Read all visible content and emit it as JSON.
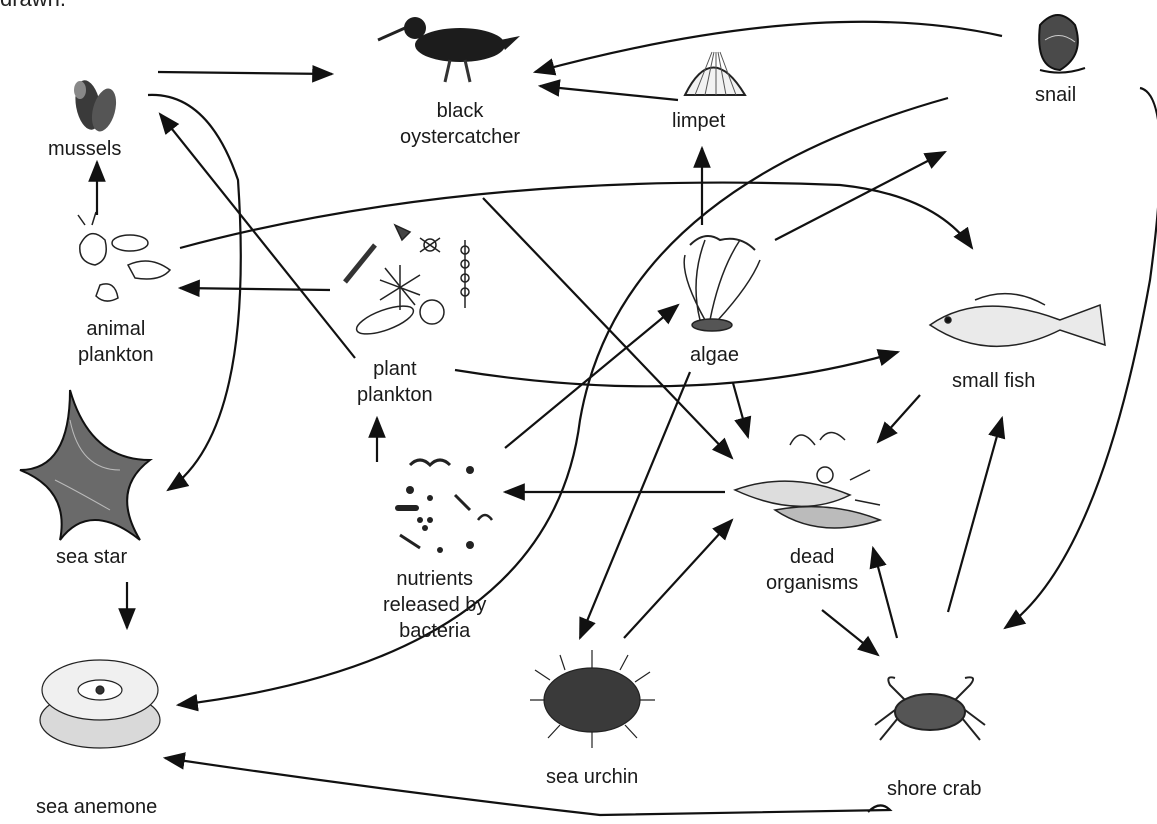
{
  "header_fragment": "drawn.",
  "organisms": {
    "black_oystercatcher": [
      "black",
      "oystercatcher"
    ],
    "limpet": [
      "limpet"
    ],
    "snail": [
      "snail"
    ],
    "mussels": [
      "mussels"
    ],
    "animal_plankton": [
      "animal",
      "plankton"
    ],
    "plant_plankton": [
      "plant",
      "plankton"
    ],
    "algae": [
      "algae"
    ],
    "small_fish": [
      "small fish"
    ],
    "sea_star": [
      "sea star"
    ],
    "nutrients": [
      "nutrients",
      "released by",
      "bacteria"
    ],
    "dead_organisms": [
      "dead",
      "organisms"
    ],
    "sea_anemone": [
      "sea anemone"
    ],
    "sea_urchin": [
      "sea urchin"
    ],
    "shore_crab": [
      "shore crab"
    ]
  },
  "arrow_color": "#111111"
}
